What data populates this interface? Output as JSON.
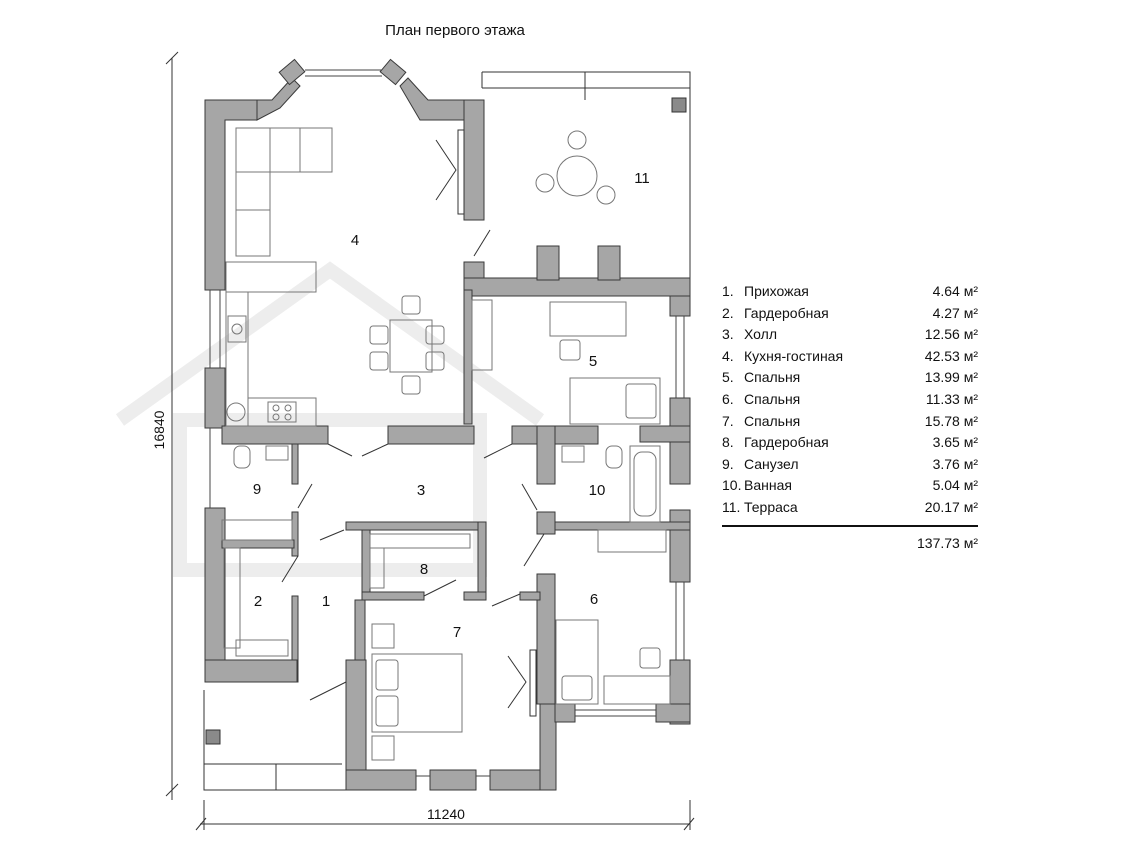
{
  "title": "План первого этажа",
  "dimensions": {
    "width": "11240",
    "height": "16840"
  },
  "room_labels": [
    "4",
    "11",
    "5",
    "3",
    "9",
    "10",
    "8",
    "2",
    "1",
    "7",
    "6"
  ],
  "legend": {
    "rows": [
      {
        "num": "1.",
        "name": "Прихожая",
        "area": "4.64 м²"
      },
      {
        "num": "2.",
        "name": "Гардеробная",
        "area": "4.27 м²"
      },
      {
        "num": "3.",
        "name": "Холл",
        "area": "12.56 м²"
      },
      {
        "num": "4.",
        "name": "Кухня-гостиная",
        "area": "42.53 м²"
      },
      {
        "num": "5.",
        "name": "Спальня",
        "area": "13.99 м²"
      },
      {
        "num": "6.",
        "name": "Спальня",
        "area": "11.33 м²"
      },
      {
        "num": "7.",
        "name": "Спальня",
        "area": "15.78 м²"
      },
      {
        "num": "8.",
        "name": "Гардеробная",
        "area": "3.65 м²"
      },
      {
        "num": "9.",
        "name": "Санузел",
        "area": "3.76 м²"
      },
      {
        "num": "10.",
        "name": "Ванная",
        "area": "5.04 м²"
      },
      {
        "num": "11.",
        "name": "Терраса",
        "area": "20.17 м²"
      }
    ],
    "total": "137.73 м²"
  },
  "colors": {
    "wall": "#a6a6a6",
    "wall_outline": "#3a3a3a",
    "furniture": "#8a8a8a",
    "watermark": "#e9e9e9"
  }
}
